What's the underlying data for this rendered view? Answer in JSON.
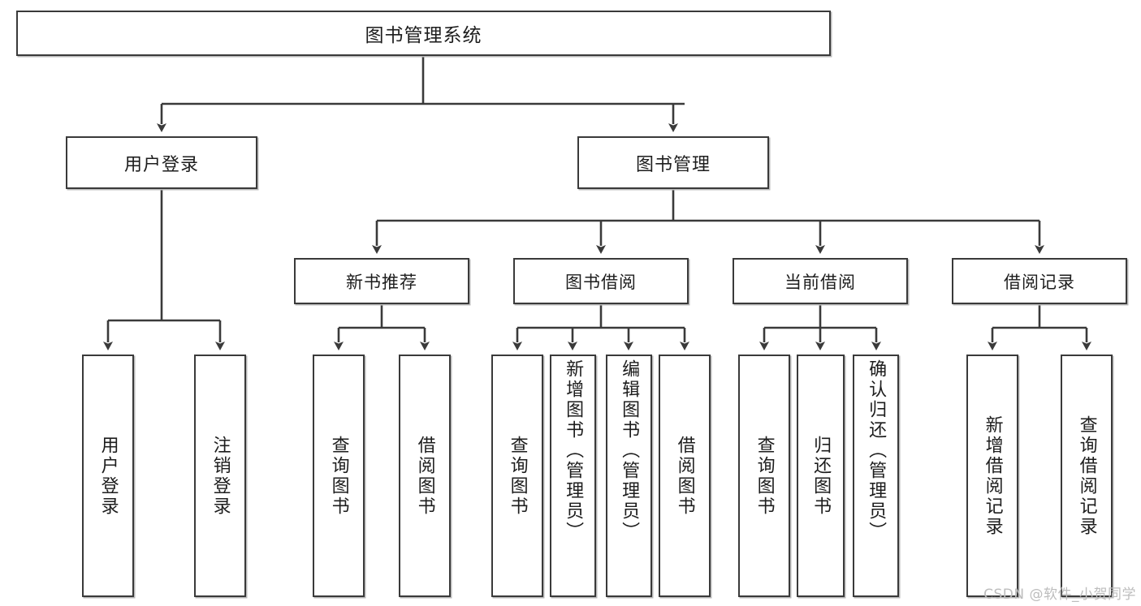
{
  "diagram": {
    "type": "tree-hierarchy",
    "title": "图书管理系统",
    "colors": {
      "box_border": "#3a3a3a",
      "box_fill": "#ffffff",
      "connector": "#3a3a3a",
      "text": "#1d1d1d",
      "watermark": "#bdbdbd",
      "shadow": "#b9b9b9"
    },
    "root": {
      "label": "图书管理系统"
    },
    "level2": [
      {
        "label": "用户登录"
      },
      {
        "label": "图书管理"
      }
    ],
    "level3": [
      {
        "label": "新书推荐"
      },
      {
        "label": "图书借阅"
      },
      {
        "label": "当前借阅"
      },
      {
        "label": "借阅记录"
      }
    ],
    "leaves": [
      {
        "label": "用户登录",
        "parent": "用户登录"
      },
      {
        "label": "注销登录",
        "parent": "用户登录"
      },
      {
        "label": "查询图书",
        "parent": "新书推荐"
      },
      {
        "label": "借阅图书",
        "parent": "新书推荐"
      },
      {
        "label": "查询图书",
        "parent": "图书借阅"
      },
      {
        "label": "新增图书（管理员）",
        "parent": "图书借阅"
      },
      {
        "label": "编辑图书（管理员）",
        "parent": "图书借阅"
      },
      {
        "label": "借阅图书",
        "parent": "图书借阅"
      },
      {
        "label": "查询图书",
        "parent": "当前借阅"
      },
      {
        "label": "归还图书",
        "parent": "当前借阅"
      },
      {
        "label": "确认归还（管理员）",
        "parent": "当前借阅"
      },
      {
        "label": "新增借阅记录",
        "parent": "借阅记录"
      },
      {
        "label": "查询借阅记录",
        "parent": "借阅记录"
      }
    ]
  },
  "watermark": {
    "text": "CSDN @软件_小贺同学"
  }
}
